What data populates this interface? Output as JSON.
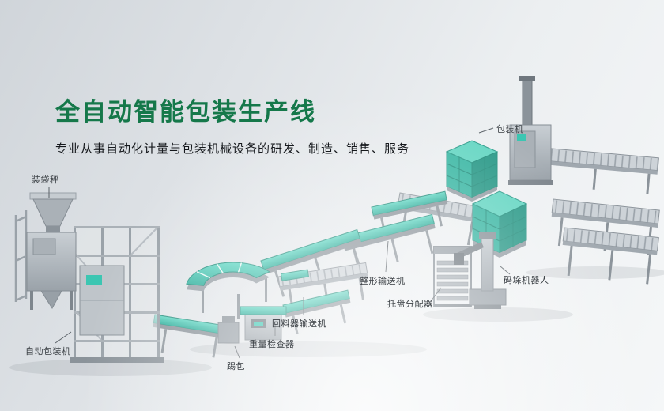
{
  "hero": {
    "title": "全自动智能包装生产线",
    "subtitle": "专业从事自动化计量与包装机械设备的研发、制造、销售、服务"
  },
  "labels": [
    {
      "id": "bagging-scale",
      "text": "装袋秤"
    },
    {
      "id": "packing-machine",
      "text": "包装机"
    },
    {
      "id": "shaping-conveyor",
      "text": "整形输送机"
    },
    {
      "id": "return-feeder-conveyor",
      "text": "回料器输送机"
    },
    {
      "id": "pallet-dispenser",
      "text": "托盘分配器"
    },
    {
      "id": "palletizing-robot",
      "text": "码垛机器人"
    },
    {
      "id": "auto-packing-machine",
      "text": "自动包装机"
    },
    {
      "id": "weight-checker",
      "text": "重量检查器"
    },
    {
      "id": "kick-bag",
      "text": "踢包"
    }
  ],
  "colors": {
    "title_green": "#15784a",
    "belt_teal": "#3cc6b2",
    "machine_gray": "#b2b9bf",
    "label_text": "#3b4045",
    "background_top": "#d0d5da",
    "background_bottom": "#f5f7f8"
  }
}
